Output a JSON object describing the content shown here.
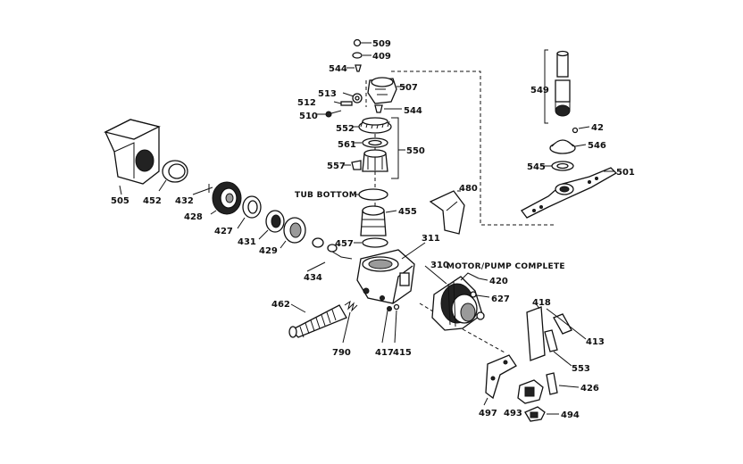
{
  "header_fragments": [
    "",
    ""
  ],
  "annotations": {
    "tub_bottom": "TUB BOTTOM",
    "motor_pump_complete": "MOTOR/PUMP COMPLETE"
  },
  "parts": {
    "p509": "509",
    "p409": "409",
    "p544a": "544",
    "p507": "507",
    "p512": "512",
    "p513": "513",
    "p510": "510",
    "p544b": "544",
    "p552": "552",
    "p561": "561",
    "p550": "550",
    "p557": "557",
    "p505": "505",
    "p452": "452",
    "p432": "432",
    "p428": "428",
    "p427": "427",
    "p431": "431",
    "p429": "429",
    "p434": "434",
    "p455": "455",
    "p457": "457",
    "p311": "311",
    "p480": "480",
    "p310": "310",
    "p420": "420",
    "p627": "627",
    "p462": "462",
    "p790": "790",
    "p417": "417",
    "p415": "415",
    "p549": "549",
    "p42": "42",
    "p546": "546",
    "p545": "545",
    "p501": "501",
    "p418": "418",
    "p413": "413",
    "p553": "553",
    "p426": "426",
    "p497": "497",
    "p493": "493",
    "p494": "494"
  }
}
